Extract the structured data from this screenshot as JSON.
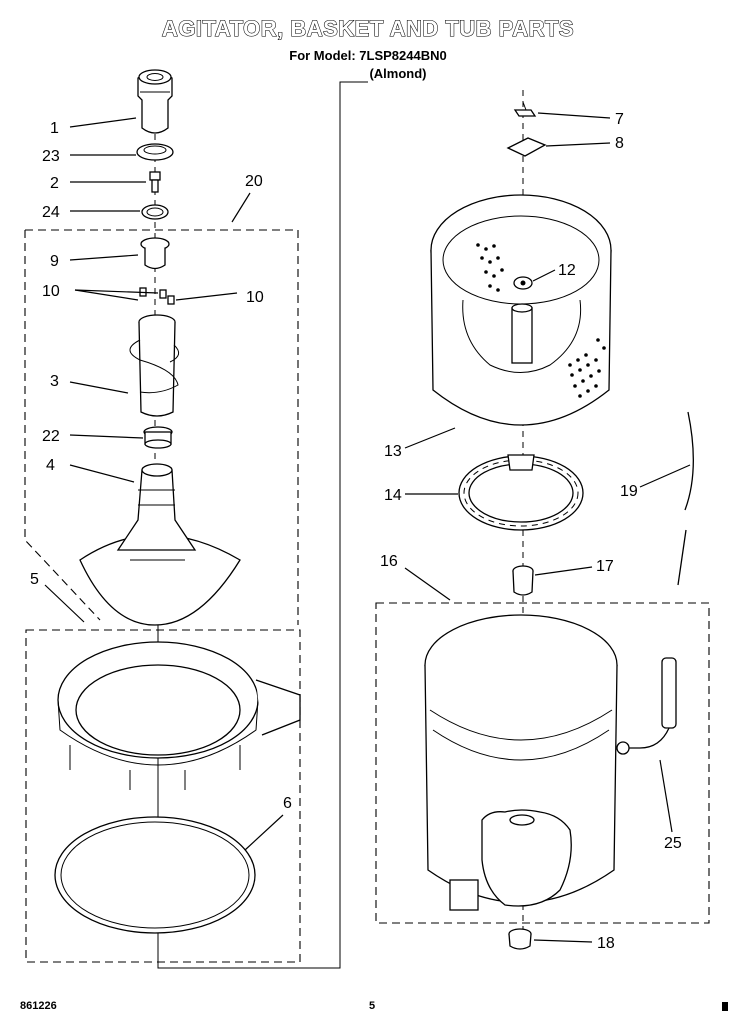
{
  "header": {
    "title": "AGITATOR, BASKET AND TUB PARTS",
    "model_line": "For Model: 7LSP8244BN0",
    "color_line": "(Almond)"
  },
  "callouts": [
    {
      "id": "1",
      "label": "1"
    },
    {
      "id": "23",
      "label": "23"
    },
    {
      "id": "2",
      "label": "2"
    },
    {
      "id": "24",
      "label": "24"
    },
    {
      "id": "20",
      "label": "20"
    },
    {
      "id": "9",
      "label": "9"
    },
    {
      "id": "10a",
      "label": "10"
    },
    {
      "id": "10b",
      "label": "10"
    },
    {
      "id": "3",
      "label": "3"
    },
    {
      "id": "22",
      "label": "22"
    },
    {
      "id": "4",
      "label": "4"
    },
    {
      "id": "5",
      "label": "5"
    },
    {
      "id": "6",
      "label": "6"
    },
    {
      "id": "7",
      "label": "7"
    },
    {
      "id": "8",
      "label": "8"
    },
    {
      "id": "12",
      "label": "12"
    },
    {
      "id": "13",
      "label": "13"
    },
    {
      "id": "14",
      "label": "14"
    },
    {
      "id": "19",
      "label": "19"
    },
    {
      "id": "16",
      "label": "16"
    },
    {
      "id": "17",
      "label": "17"
    },
    {
      "id": "25",
      "label": "25"
    },
    {
      "id": "18",
      "label": "18"
    }
  ],
  "footer": {
    "code": "861226",
    "page_number": "5"
  }
}
